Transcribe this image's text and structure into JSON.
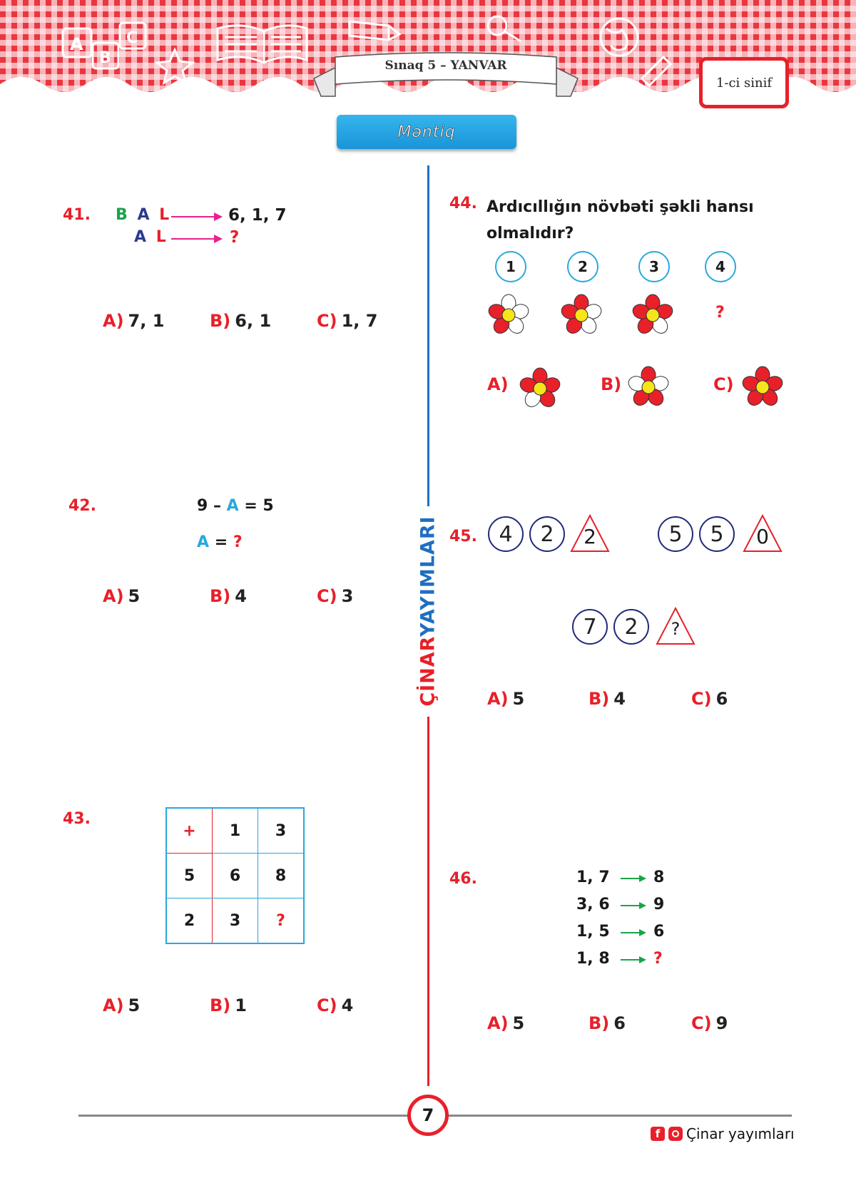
{
  "header": {
    "test_title": "Sınaq 5 – YANVAR",
    "grade": "1-ci sinif",
    "subject": "Məntiq"
  },
  "vertical_brand": {
    "part1": "ÇİNAR",
    "part2": "YAYIMLARI"
  },
  "questions": {
    "q41": {
      "number": "41.",
      "line1_letters": [
        "B",
        "A",
        "L"
      ],
      "line1_result": "6, 1, 7",
      "line2_letters": [
        "A",
        "L"
      ],
      "line2_result": "?",
      "options": [
        {
          "letter": "A)",
          "text": "7, 1"
        },
        {
          "letter": "B)",
          "text": "6, 1"
        },
        {
          "letter": "C)",
          "text": "1, 7"
        }
      ]
    },
    "q42": {
      "number": "42.",
      "eq_left": "9 –",
      "eq_var": "A",
      "eq_right": "= 5",
      "ask_var": "A",
      "ask_eq": "=",
      "ask_q": "?",
      "options": [
        {
          "letter": "A)",
          "text": "5"
        },
        {
          "letter": "B)",
          "text": "4"
        },
        {
          "letter": "C)",
          "text": "3"
        }
      ]
    },
    "q43": {
      "number": "43.",
      "table": [
        [
          "+",
          "1",
          "3"
        ],
        [
          "5",
          "6",
          "8"
        ],
        [
          "2",
          "3",
          "?"
        ]
      ],
      "options": [
        {
          "letter": "A)",
          "text": "5"
        },
        {
          "letter": "B)",
          "text": "1"
        },
        {
          "letter": "C)",
          "text": "4"
        }
      ]
    },
    "q44": {
      "number": "44.",
      "text_line1": "Ardıcıllığın növbəti şəkli hansı",
      "text_line2": "olmalıdır?",
      "seq_numbers": [
        "1",
        "2",
        "3",
        "4"
      ],
      "missing": "?",
      "options": [
        {
          "letter": "A)"
        },
        {
          "letter": "B)"
        },
        {
          "letter": "C)"
        }
      ]
    },
    "q45": {
      "number": "45.",
      "group1": [
        "4",
        "2",
        "2"
      ],
      "group2": [
        "5",
        "5",
        "0"
      ],
      "group3": [
        "7",
        "2",
        "?"
      ],
      "options": [
        {
          "letter": "A)",
          "text": "5"
        },
        {
          "letter": "B)",
          "text": "4"
        },
        {
          "letter": "C)",
          "text": "6"
        }
      ]
    },
    "q46": {
      "number": "46.",
      "rows": [
        {
          "left": "1, 7",
          "right": "8"
        },
        {
          "left": "3, 6",
          "right": "9"
        },
        {
          "left": "1, 5",
          "right": "6"
        },
        {
          "left": "1, 8",
          "right": "?"
        }
      ],
      "options": [
        {
          "letter": "A)",
          "text": "5"
        },
        {
          "letter": "B)",
          "text": "6"
        },
        {
          "letter": "C)",
          "text": "9"
        }
      ]
    }
  },
  "footer": {
    "page_number": "7",
    "publisher": "Çinar yayımları"
  },
  "colors": {
    "accent_red": "#e8202a",
    "accent_blue": "#27a8df",
    "letter_green": "#1aa34a",
    "letter_navy": "#2b3a8f",
    "arrow_magenta": "#e8218c",
    "arrow_green": "#1aa34a"
  }
}
